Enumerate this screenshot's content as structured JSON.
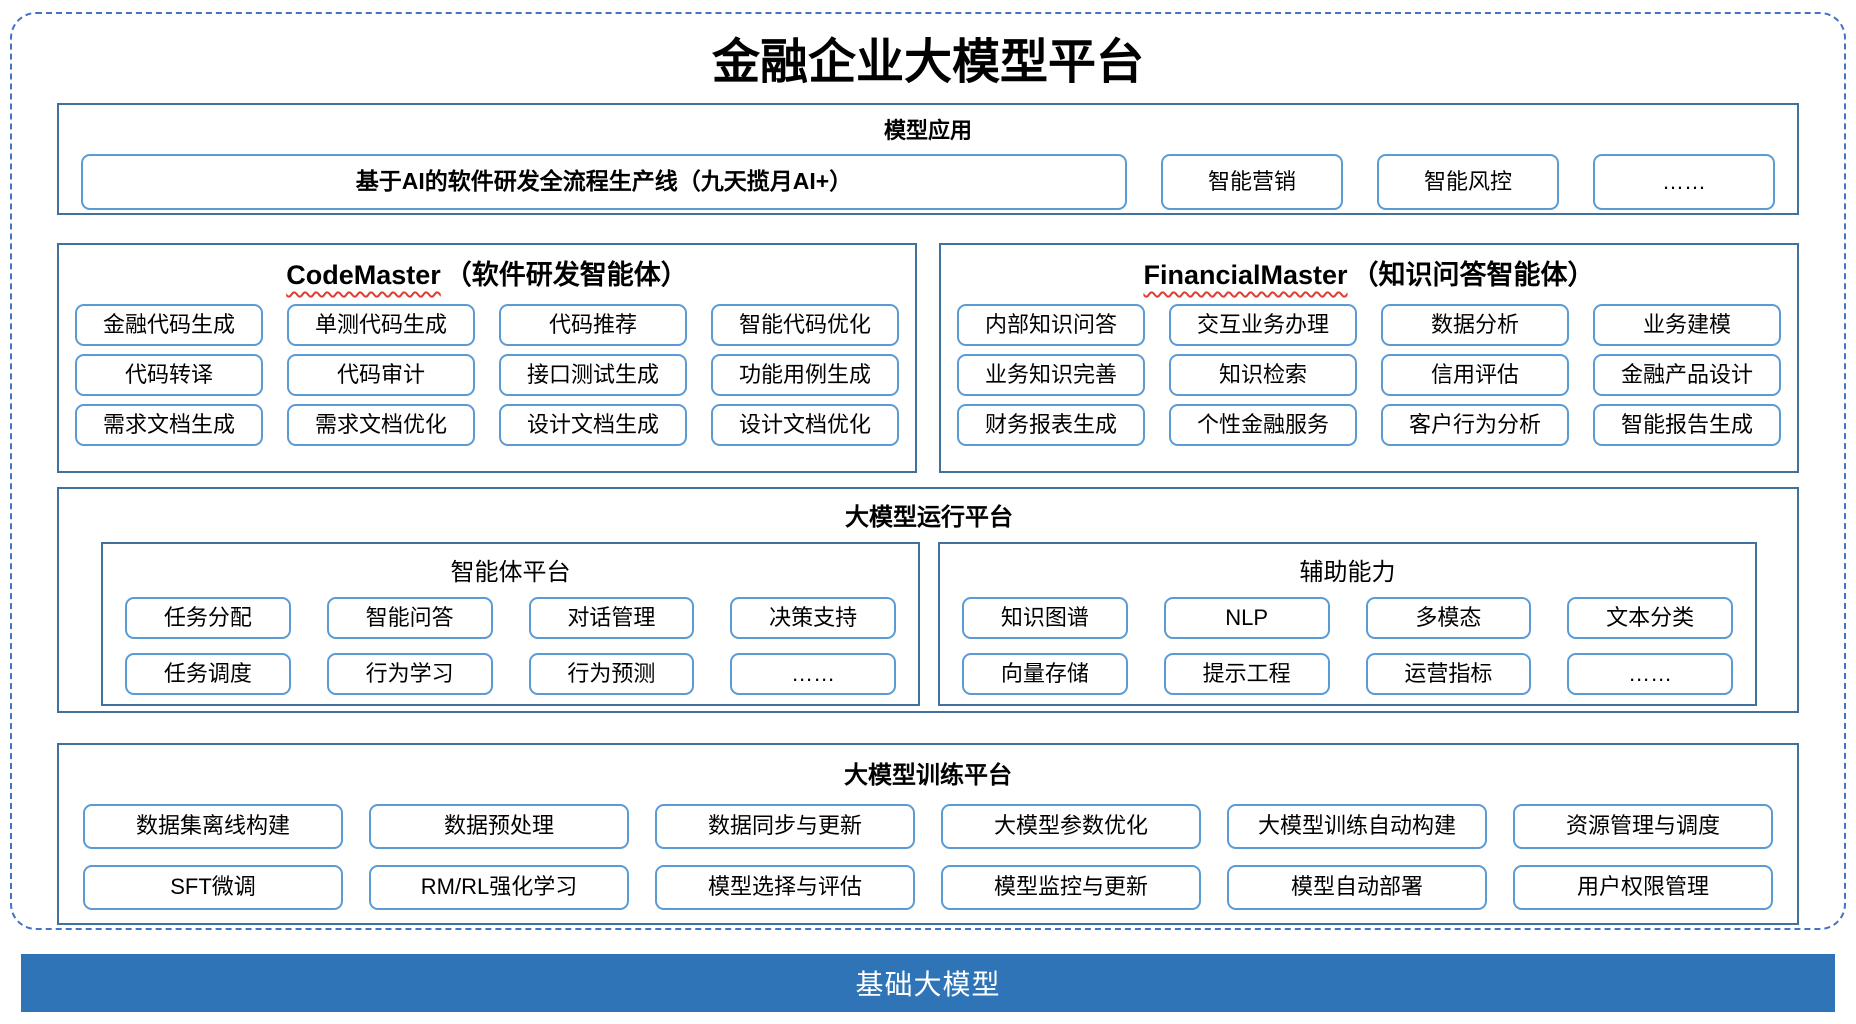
{
  "title": "金融企业大模型平台",
  "model_app": {
    "title": "模型应用",
    "main": "基于AI的软件研发全流程生产线（九天揽月AI+）",
    "items": [
      "智能营销",
      "智能风控",
      "……"
    ]
  },
  "agents": [
    {
      "en": "CodeMaster",
      "zh": "（软件研发智能体）",
      "items": [
        "金融代码生成",
        "单测代码生成",
        "代码推荐",
        "智能代码优化",
        "代码转译",
        "代码审计",
        "接口测试生成",
        "功能用例生成",
        "需求文档生成",
        "需求文档优化",
        "设计文档生成",
        "设计文档优化"
      ]
    },
    {
      "en": "FinancialMaster",
      "zh": "（知识问答智能体）",
      "items": [
        "内部知识问答",
        "交互业务办理",
        "数据分析",
        "业务建模",
        "业务知识完善",
        "知识检索",
        "信用评估",
        "金融产品设计",
        "财务报表生成",
        "个性金融服务",
        "客户行为分析",
        "智能报告生成"
      ]
    }
  ],
  "runtime": {
    "title": "大模型运行平台",
    "subs": [
      {
        "title": "智能体平台",
        "items": [
          "任务分配",
          "智能问答",
          "对话管理",
          "决策支持",
          "任务调度",
          "行为学习",
          "行为预测",
          "……"
        ]
      },
      {
        "title": "辅助能力",
        "items": [
          "知识图谱",
          "NLP",
          "多模态",
          "文本分类",
          "向量存储",
          "提示工程",
          "运营指标",
          "……"
        ]
      }
    ]
  },
  "training": {
    "title": "大模型训练平台",
    "items": [
      "数据集离线构建",
      "数据预处理",
      "数据同步与更新",
      "大模型参数优化",
      "大模型训练自动构建",
      "资源管理与调度",
      "SFT微调",
      "RM/RL强化学习",
      "模型选择与评估",
      "模型监控与更新",
      "模型自动部署",
      "用户权限管理"
    ]
  },
  "foundation": {
    "label": "基础大模型"
  },
  "colors": {
    "dashed_border": "#4472C4",
    "section_border": "#41719C",
    "box_border": "#5B9BD5",
    "underline_red": "#E03C31",
    "foundation_bg": "#2E74B6",
    "foundation_text": "#FFFFFF"
  }
}
